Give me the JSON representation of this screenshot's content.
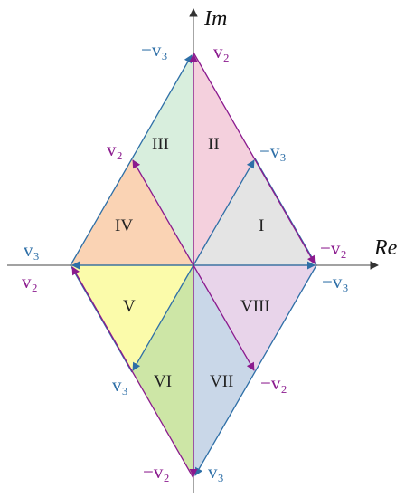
{
  "axes": {
    "real_label": "Re",
    "imag_label": "Im"
  },
  "colors": {
    "blue": "#2e6fa7",
    "purple": "#8b1a8e",
    "axis": "#555555",
    "fill_I": "#e4e4e4",
    "fill_II": "#f4d0dd",
    "fill_III": "#d8eedd",
    "fill_IV": "#fad3b4",
    "fill_V": "#fbfbaa",
    "fill_VI": "#cde6a6",
    "fill_VII": "#c9d7e8",
    "fill_VIII": "#e8d4ea"
  },
  "sectors": [
    "I",
    "II",
    "III",
    "IV",
    "V",
    "VI",
    "VII",
    "VIII"
  ],
  "vectors": {
    "top_left": "−v₃",
    "top_right": "v₂",
    "upper_left": "v₂",
    "upper_right": "−v₃",
    "left_upper": "v₃",
    "left_lower": "v₂",
    "right_upper": "−v₂",
    "right_lower": "−v₃",
    "lower_left": "v₃",
    "lower_right": "−v₂",
    "bottom_left": "−v₂",
    "bottom_right": "v₃"
  }
}
